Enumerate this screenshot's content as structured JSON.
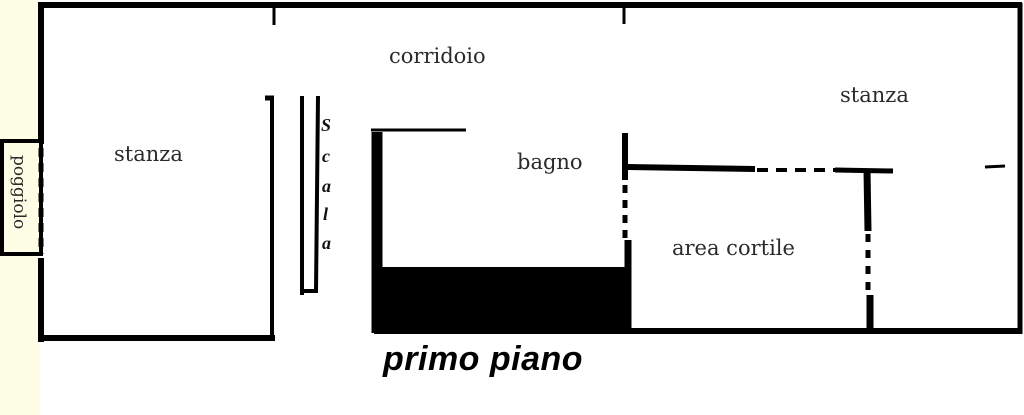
{
  "plan": {
    "caption": "primo piano",
    "rooms": [
      {
        "id": "stanza-left",
        "label": "stanza"
      },
      {
        "id": "corridoio",
        "label": "corridoio"
      },
      {
        "id": "bagno",
        "label": "bagno"
      },
      {
        "id": "area-cortile",
        "label": "area cortile"
      },
      {
        "id": "stanza-right",
        "label": "stanza"
      },
      {
        "id": "poggiolo",
        "label": "poggiolo"
      }
    ],
    "stairs": {
      "label": "Scala",
      "letters": [
        "S",
        "c",
        "a",
        "l",
        "a"
      ]
    },
    "colors": {
      "wall": "#000000",
      "background": "#ffffff",
      "balcony_strip": "#fefde6",
      "text": "#2a2a2a"
    }
  }
}
